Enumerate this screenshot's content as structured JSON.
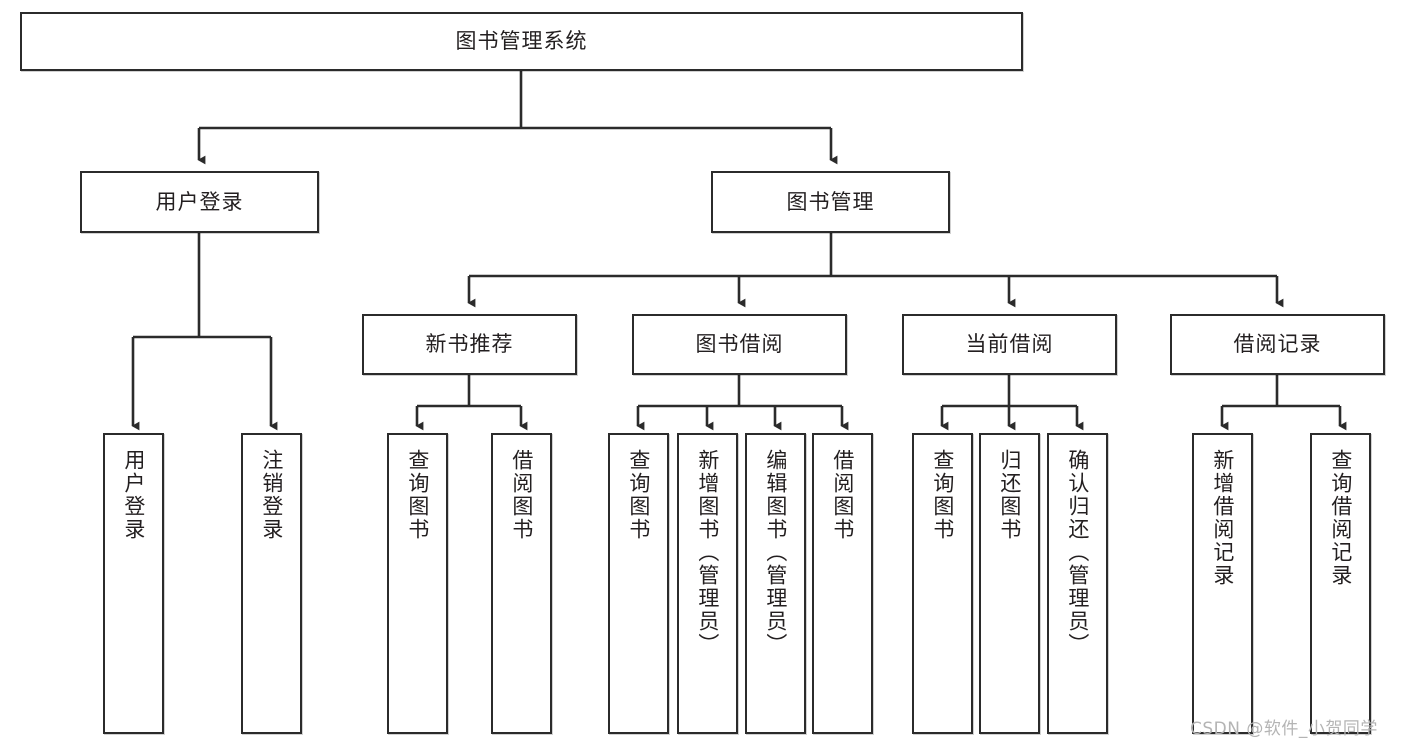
{
  "diagram": {
    "type": "hierarchy-tree",
    "title": "图书管理系统",
    "root": {
      "label": "图书管理系统"
    },
    "level2": [
      {
        "label": "用户登录"
      },
      {
        "label": "图书管理"
      }
    ],
    "level3": [
      {
        "label": "新书推荐"
      },
      {
        "label": "图书借阅"
      },
      {
        "label": "当前借阅"
      },
      {
        "label": "借阅记录"
      }
    ],
    "leaves": {
      "user_login": [
        {
          "label": "用户登录"
        },
        {
          "label": "注销登录"
        }
      ],
      "new_book_recommend": [
        {
          "label": "查询图书"
        },
        {
          "label": "借阅图书"
        }
      ],
      "book_borrow": [
        {
          "label": "查询图书"
        },
        {
          "label": "新增图书（管理员）"
        },
        {
          "label": "编辑图书（管理员）"
        },
        {
          "label": "借阅图书"
        }
      ],
      "current_borrow": [
        {
          "label": "查询图书"
        },
        {
          "label": "归还图书"
        },
        {
          "label": "确认归还（管理员）"
        }
      ],
      "borrow_record": [
        {
          "label": "新增借阅记录"
        },
        {
          "label": "查询借阅记录"
        }
      ]
    }
  },
  "watermark": {
    "text": "CSDN @软件_小贺同学"
  },
  "colors": {
    "stroke": "#2b2b2b",
    "fill": "#ffffff",
    "text": "#231f20",
    "watermark": "#b4b4b4"
  }
}
